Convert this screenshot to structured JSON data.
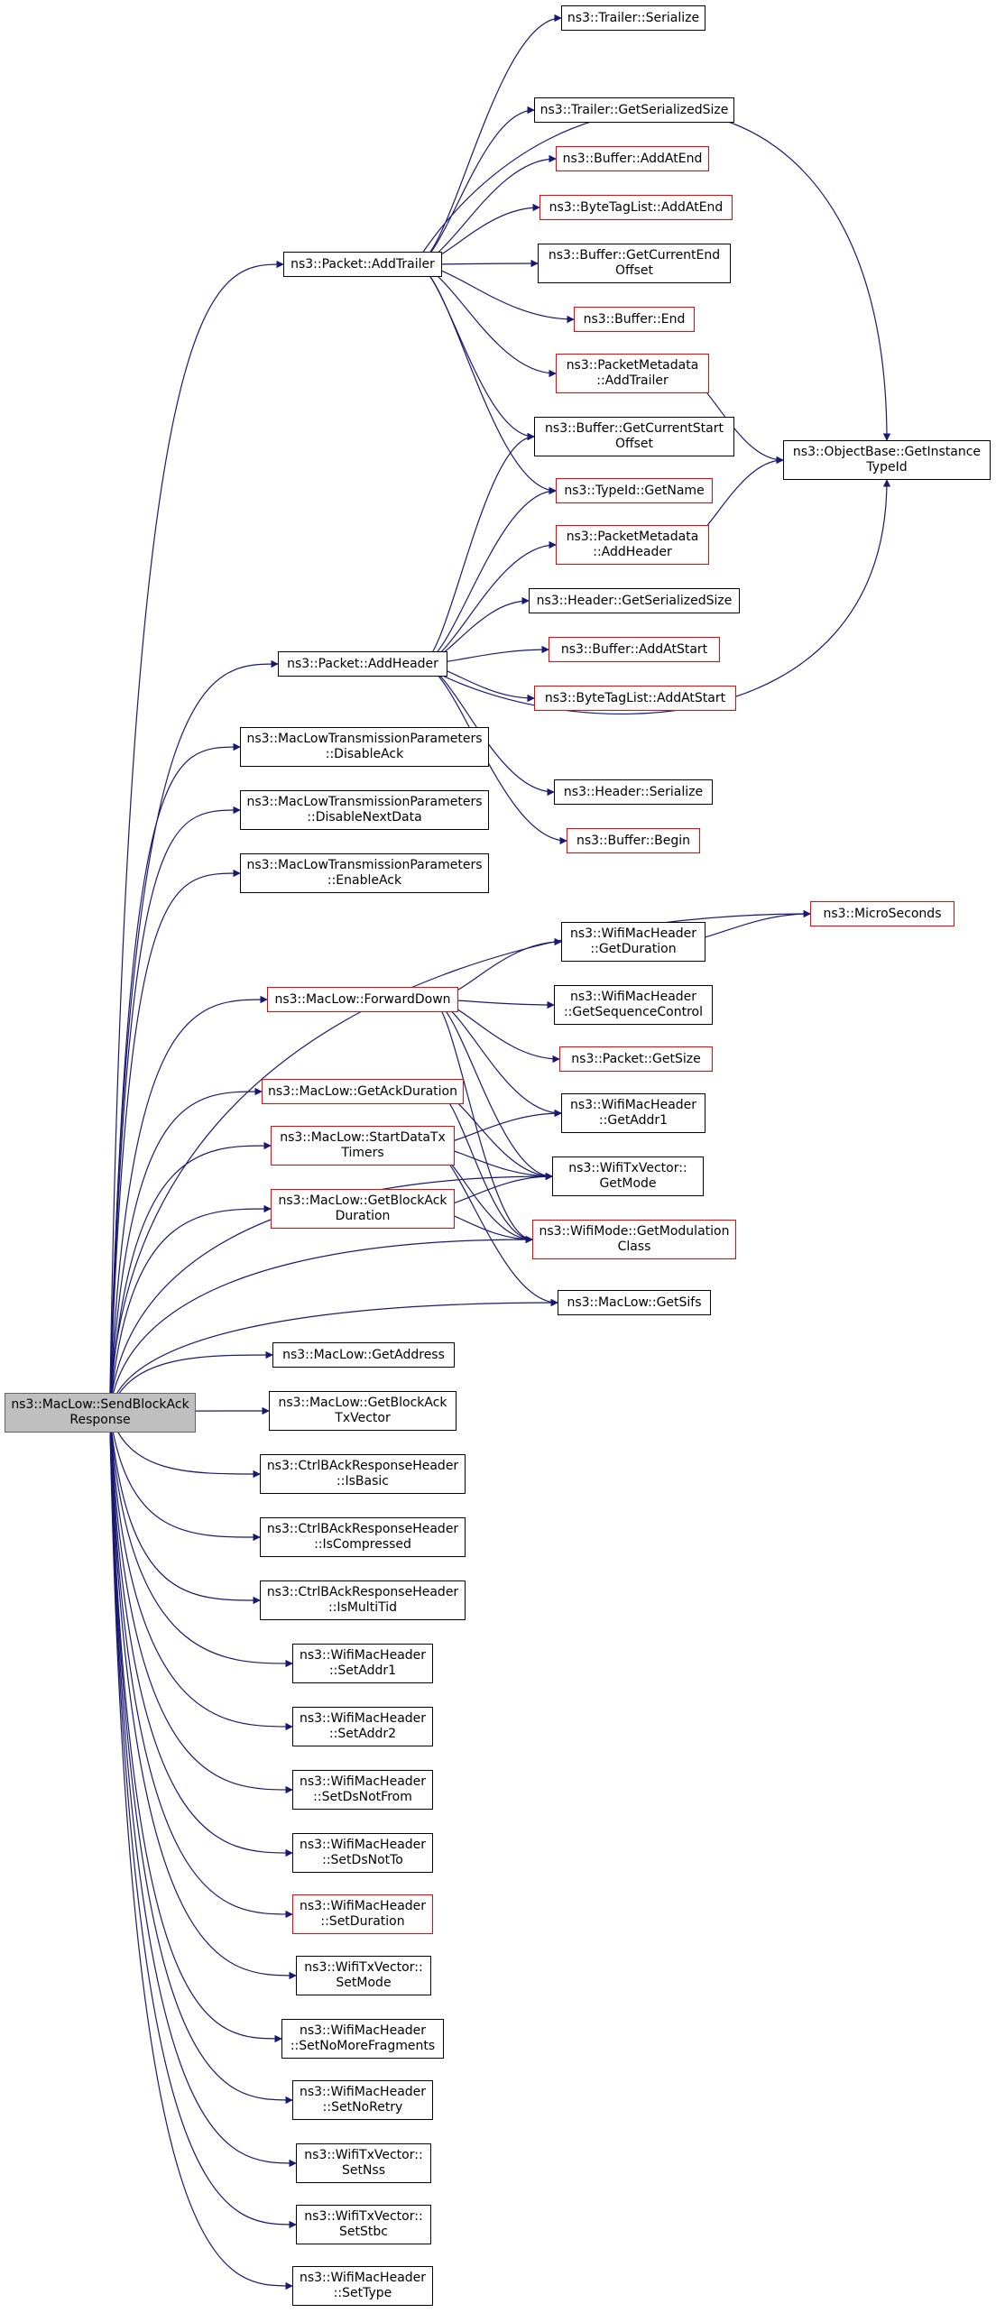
{
  "colors": {
    "edge": "#191970",
    "link_border": "#000000",
    "broken_border": "#ff0000",
    "root_fill": "#bfbfbf"
  },
  "nodes": [
    {
      "id": "root",
      "label": "ns3::MacLow::SendBlockAck\nResponse",
      "style": "root"
    },
    {
      "id": "trailer_serialize",
      "label": "ns3::Trailer::Serialize",
      "style": "normal"
    },
    {
      "id": "trailer_size",
      "label": "ns3::Trailer::GetSerializedSize",
      "style": "normal"
    },
    {
      "id": "buffer_addatend",
      "label": "ns3::Buffer::AddAtEnd",
      "style": "red"
    },
    {
      "id": "bytetag_addatend",
      "label": "ns3::ByteTagList::AddAtEnd",
      "style": "red"
    },
    {
      "id": "buffer_curend",
      "label": "ns3::Buffer::GetCurrentEnd\nOffset",
      "style": "normal"
    },
    {
      "id": "packet_addtrailer",
      "label": "ns3::Packet::AddTrailer",
      "style": "normal"
    },
    {
      "id": "buffer_end",
      "label": "ns3::Buffer::End",
      "style": "red"
    },
    {
      "id": "pm_addtrailer",
      "label": "ns3::PacketMetadata\n::AddTrailer",
      "style": "red"
    },
    {
      "id": "buffer_curstart",
      "label": "ns3::Buffer::GetCurrentStart\nOffset",
      "style": "normal"
    },
    {
      "id": "objectbase",
      "label": "ns3::ObjectBase::GetInstance\nTypeId",
      "style": "normal"
    },
    {
      "id": "typeid_getname",
      "label": "ns3::TypeId::GetName",
      "style": "red"
    },
    {
      "id": "pm_addheader",
      "label": "ns3::PacketMetadata\n::AddHeader",
      "style": "red"
    },
    {
      "id": "header_size",
      "label": "ns3::Header::GetSerializedSize",
      "style": "normal"
    },
    {
      "id": "packet_addheader",
      "label": "ns3::Packet::AddHeader",
      "style": "normal"
    },
    {
      "id": "buffer_addatstart",
      "label": "ns3::Buffer::AddAtStart",
      "style": "red"
    },
    {
      "id": "bytetag_addatstart",
      "label": "ns3::ByteTagList::AddAtStart",
      "style": "red"
    },
    {
      "id": "mltp_disableack",
      "label": "ns3::MacLowTransmissionParameters\n::DisableAck",
      "style": "normal"
    },
    {
      "id": "header_serialize",
      "label": "ns3::Header::Serialize",
      "style": "normal"
    },
    {
      "id": "mltp_disablenext",
      "label": "ns3::MacLowTransmissionParameters\n::DisableNextData",
      "style": "normal"
    },
    {
      "id": "buffer_begin",
      "label": "ns3::Buffer::Begin",
      "style": "red"
    },
    {
      "id": "mltp_enableack",
      "label": "ns3::MacLowTransmissionParameters\n::EnableAck",
      "style": "normal"
    },
    {
      "id": "microseconds",
      "label": "ns3::MicroSeconds",
      "style": "red"
    },
    {
      "id": "wmh_getduration",
      "label": "ns3::WifiMacHeader\n::GetDuration",
      "style": "normal"
    },
    {
      "id": "forwarddown",
      "label": "ns3::MacLow::ForwardDown",
      "style": "red"
    },
    {
      "id": "wmh_getseq",
      "label": "ns3::WifiMacHeader\n::GetSequenceControl",
      "style": "normal"
    },
    {
      "id": "packet_getsize",
      "label": "ns3::Packet::GetSize",
      "style": "red"
    },
    {
      "id": "getackduration",
      "label": "ns3::MacLow::GetAckDuration",
      "style": "red"
    },
    {
      "id": "wmh_getaddr1",
      "label": "ns3::WifiMacHeader\n::GetAddr1",
      "style": "normal"
    },
    {
      "id": "startdatatx",
      "label": "ns3::MacLow::StartDataTx\nTimers",
      "style": "red"
    },
    {
      "id": "txvector_getmode",
      "label": "ns3::WifiTxVector::\nGetMode",
      "style": "normal"
    },
    {
      "id": "getblockackdur",
      "label": "ns3::MacLow::GetBlockAck\nDuration",
      "style": "red"
    },
    {
      "id": "wifimode_getmod",
      "label": "ns3::WifiMode::GetModulation\nClass",
      "style": "red"
    },
    {
      "id": "getsifs",
      "label": "ns3::MacLow::GetSifs",
      "style": "normal"
    },
    {
      "id": "getaddress",
      "label": "ns3::MacLow::GetAddress",
      "style": "normal"
    },
    {
      "id": "getblockacktxv",
      "label": "ns3::MacLow::GetBlockAck\nTxVector",
      "style": "normal"
    },
    {
      "id": "isbasic",
      "label": "ns3::CtrlBAckResponseHeader\n::IsBasic",
      "style": "normal"
    },
    {
      "id": "iscompressed",
      "label": "ns3::CtrlBAckResponseHeader\n::IsCompressed",
      "style": "normal"
    },
    {
      "id": "ismultitid",
      "label": "ns3::CtrlBAckResponseHeader\n::IsMultiTid",
      "style": "normal"
    },
    {
      "id": "setaddr1",
      "label": "ns3::WifiMacHeader\n::SetAddr1",
      "style": "normal"
    },
    {
      "id": "setaddr2",
      "label": "ns3::WifiMacHeader\n::SetAddr2",
      "style": "normal"
    },
    {
      "id": "setdsnotfrom",
      "label": "ns3::WifiMacHeader\n::SetDsNotFrom",
      "style": "normal"
    },
    {
      "id": "setdsnotto",
      "label": "ns3::WifiMacHeader\n::SetDsNotTo",
      "style": "normal"
    },
    {
      "id": "setduration",
      "label": "ns3::WifiMacHeader\n::SetDuration",
      "style": "red"
    },
    {
      "id": "setmode",
      "label": "ns3::WifiTxVector::\nSetMode",
      "style": "normal"
    },
    {
      "id": "setnomorefrag",
      "label": "ns3::WifiMacHeader\n::SetNoMoreFragments",
      "style": "normal"
    },
    {
      "id": "setnoretry",
      "label": "ns3::WifiMacHeader\n::SetNoRetry",
      "style": "normal"
    },
    {
      "id": "setnss",
      "label": "ns3::WifiTxVector::\nSetNss",
      "style": "normal"
    },
    {
      "id": "setstbc",
      "label": "ns3::WifiTxVector::\nSetStbc",
      "style": "normal"
    },
    {
      "id": "settype",
      "label": "ns3::WifiMacHeader\n::SetType",
      "style": "normal"
    }
  ],
  "edges": [
    [
      "root",
      "packet_addtrailer"
    ],
    [
      "root",
      "packet_addheader"
    ],
    [
      "root",
      "mltp_disableack"
    ],
    [
      "root",
      "mltp_disablenext"
    ],
    [
      "root",
      "mltp_enableack"
    ],
    [
      "root",
      "microseconds"
    ],
    [
      "root",
      "forwarddown"
    ],
    [
      "root",
      "getackduration"
    ],
    [
      "root",
      "startdatatx"
    ],
    [
      "root",
      "getblockackdur"
    ],
    [
      "root",
      "wifimode_getmod"
    ],
    [
      "root",
      "getsifs"
    ],
    [
      "root",
      "getaddress"
    ],
    [
      "root",
      "getblockacktxv"
    ],
    [
      "root",
      "isbasic"
    ],
    [
      "root",
      "iscompressed"
    ],
    [
      "root",
      "ismultitid"
    ],
    [
      "root",
      "setaddr1"
    ],
    [
      "root",
      "setaddr2"
    ],
    [
      "root",
      "setdsnotfrom"
    ],
    [
      "root",
      "setdsnotto"
    ],
    [
      "root",
      "setduration"
    ],
    [
      "root",
      "setmode"
    ],
    [
      "root",
      "setnomorefrag"
    ],
    [
      "root",
      "setnoretry"
    ],
    [
      "root",
      "setnss"
    ],
    [
      "root",
      "setstbc"
    ],
    [
      "root",
      "settype"
    ],
    [
      "root",
      "txvector_getmode"
    ],
    [
      "packet_addtrailer",
      "trailer_serialize"
    ],
    [
      "packet_addtrailer",
      "trailer_size"
    ],
    [
      "packet_addtrailer",
      "buffer_addatend"
    ],
    [
      "packet_addtrailer",
      "bytetag_addatend"
    ],
    [
      "packet_addtrailer",
      "buffer_curend"
    ],
    [
      "packet_addtrailer",
      "buffer_end"
    ],
    [
      "packet_addtrailer",
      "pm_addtrailer"
    ],
    [
      "packet_addtrailer",
      "buffer_curstart"
    ],
    [
      "packet_addtrailer",
      "objectbase"
    ],
    [
      "packet_addtrailer",
      "typeid_getname"
    ],
    [
      "pm_addtrailer",
      "objectbase"
    ],
    [
      "pm_addheader",
      "objectbase"
    ],
    [
      "packet_addheader",
      "buffer_curstart"
    ],
    [
      "packet_addheader",
      "typeid_getname"
    ],
    [
      "packet_addheader",
      "pm_addheader"
    ],
    [
      "packet_addheader",
      "header_size"
    ],
    [
      "packet_addheader",
      "buffer_addatstart"
    ],
    [
      "packet_addheader",
      "bytetag_addatstart"
    ],
    [
      "packet_addheader",
      "objectbase"
    ],
    [
      "packet_addheader",
      "header_serialize"
    ],
    [
      "packet_addheader",
      "buffer_begin"
    ],
    [
      "wmh_getduration",
      "microseconds"
    ],
    [
      "forwarddown",
      "wmh_getduration"
    ],
    [
      "forwarddown",
      "wmh_getseq"
    ],
    [
      "forwarddown",
      "packet_getsize"
    ],
    [
      "forwarddown",
      "wmh_getaddr1"
    ],
    [
      "forwarddown",
      "txvector_getmode"
    ],
    [
      "forwarddown",
      "wifimode_getmod"
    ],
    [
      "getackduration",
      "txvector_getmode"
    ],
    [
      "getackduration",
      "wifimode_getmod"
    ],
    [
      "startdatatx",
      "wmh_getaddr1"
    ],
    [
      "startdatatx",
      "txvector_getmode"
    ],
    [
      "startdatatx",
      "wifimode_getmod"
    ],
    [
      "startdatatx",
      "getsifs"
    ],
    [
      "getblockackdur",
      "txvector_getmode"
    ],
    [
      "getblockackdur",
      "wifimode_getmod"
    ]
  ]
}
